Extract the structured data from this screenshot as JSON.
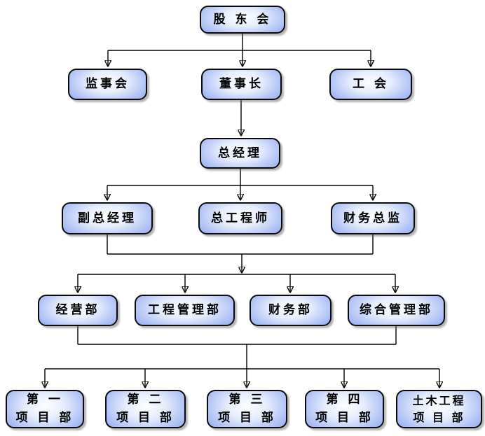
{
  "colors": {
    "background": "#ffffff",
    "node_border": "#0a0a0a",
    "node_fill_center": "#fdfeff",
    "node_fill_edge": "#7a96ec",
    "connector": "#000000",
    "text": "#000000"
  },
  "diagram": {
    "type": "org-chart",
    "nodes": {
      "shareholders": {
        "label": "股 东 会"
      },
      "supervisory_board": {
        "label": "监事会"
      },
      "chairman": {
        "label": "董事长"
      },
      "labor_union": {
        "label": "工 会"
      },
      "general_manager": {
        "label": "总经理"
      },
      "deputy_general_manager": {
        "label": "副总经理"
      },
      "chief_engineer": {
        "label": "总工程师"
      },
      "finance_director": {
        "label": "财务总监"
      },
      "business_dept": {
        "label": "经营部"
      },
      "engineering_management_dept": {
        "label": "工程管理部"
      },
      "finance_dept": {
        "label": "财务部"
      },
      "general_management_dept": {
        "label": "综合管理部"
      },
      "project_dept_1": {
        "label": "第 一\n项 目 部"
      },
      "project_dept_2": {
        "label": "第 二\n项 目 部"
      },
      "project_dept_3": {
        "label": "第 三\n项 目 部"
      },
      "project_dept_4": {
        "label": "第 四\n项 目 部"
      },
      "civil_engineering_project_dept": {
        "label": "土木工程\n项 目 部"
      }
    },
    "edges": [
      "shareholders->supervisory_board",
      "shareholders->chairman",
      "shareholders->labor_union",
      "chairman->general_manager",
      "general_manager->deputy_general_manager",
      "general_manager->chief_engineer",
      "general_manager->finance_director",
      "executives->business_dept",
      "executives->engineering_management_dept",
      "executives->finance_dept",
      "executives->general_management_dept",
      "departments->project_dept_1",
      "departments->project_dept_2",
      "departments->project_dept_3",
      "departments->project_dept_4",
      "departments->civil_engineering_project_dept"
    ]
  }
}
